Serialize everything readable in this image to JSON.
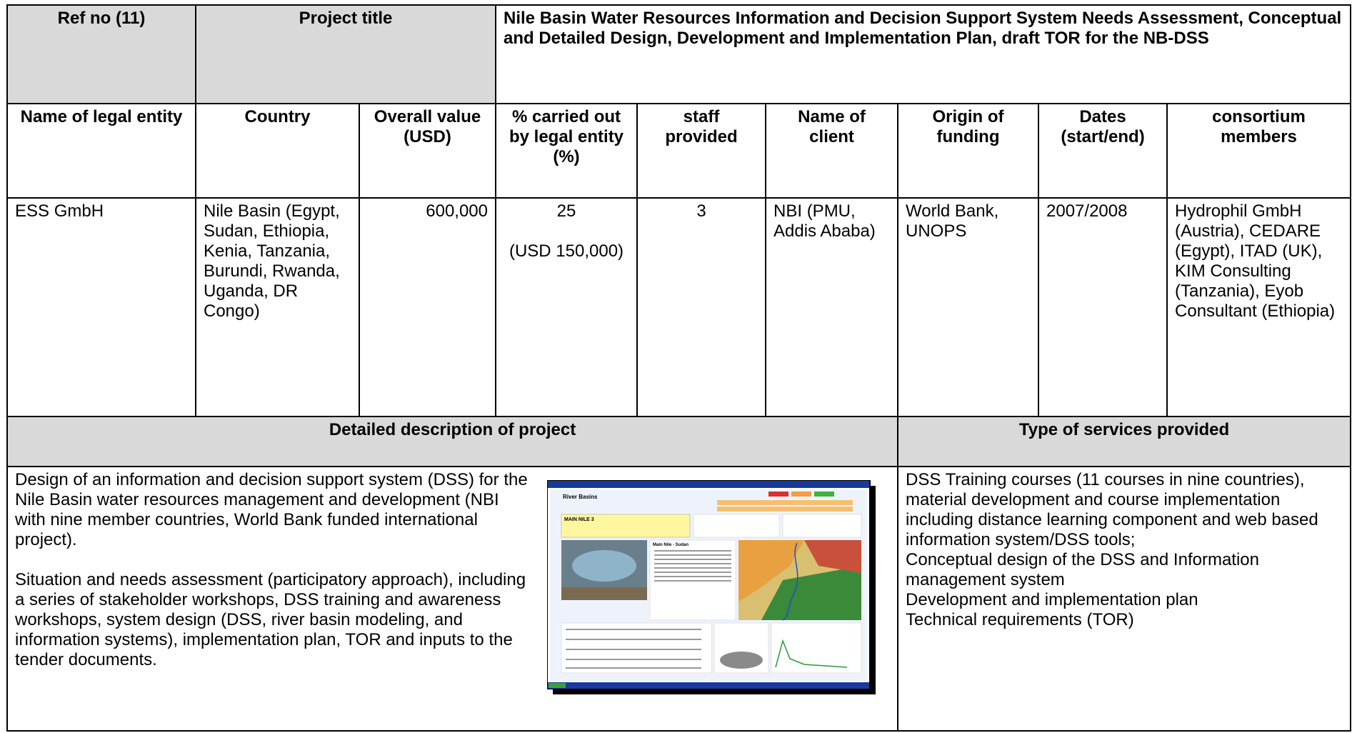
{
  "header": {
    "ref_label": "Ref no (11)",
    "project_title_label": "Project title",
    "project_title": "Nile Basin Water Resources Information and Decision Support System  Needs Assessment, Conceptual and Detailed Design, Development and Implementation Plan, draft TOR for the NB-DSS"
  },
  "columns": {
    "legal_entity": "Name of legal entity",
    "country": "Country",
    "overall_value": "Overall value (USD)",
    "percent": "% carried out by legal entity (%)",
    "staff": "staff provided",
    "client": "Name of client",
    "funding": "Origin of funding",
    "dates": "Dates (start/end)",
    "consortium": "consortium members"
  },
  "row": {
    "legal_entity": "ESS GmbH",
    "country": "Nile Basin (Egypt, Sudan, Ethiopia, Kenia, Tanzania, Burundi, Rwanda, Uganda, DR Congo)",
    "overall_value": "600,000",
    "percent": "25",
    "percent_usd": "(USD 150,000)",
    "staff": "3",
    "client": "NBI (PMU, Addis Ababa)",
    "funding": "World Bank, UNOPS",
    "dates": "2007/2008",
    "consortium": "Hydrophil GmbH (Austria), CEDARE (Egypt), ITAD (UK), KIM Consulting (Tanzania), Eyob Consultant (Ethiopia)"
  },
  "section": {
    "description_title": "Detailed description of project",
    "services_title": "Type of services provided"
  },
  "description": {
    "para1": "Design of an information and decision support system (DSS) for the Nile Basin water resources management and development (NBI with nine member countries, World Bank funded international project).",
    "para2": "Situation and needs assessment (participatory approach), including a series of stakeholder workshops, DSS training and awareness workshops, system design (DSS, river basin modeling,  and information systems), implementation plan, TOR and inputs to the tender documents."
  },
  "services": [
    "DSS Training courses (11 courses in nine countries), material development and course implementation including distance learning component and web based information system/DSS tools;",
    "Conceptual design of the DSS and Information management system",
    "Development and implementation plan",
    "Technical requirements (TOR)"
  ],
  "screenshot": {
    "app_header": "River Basins",
    "panel_title": "MAIN NILE 3",
    "article_title": "Main Nile - Sudan"
  }
}
